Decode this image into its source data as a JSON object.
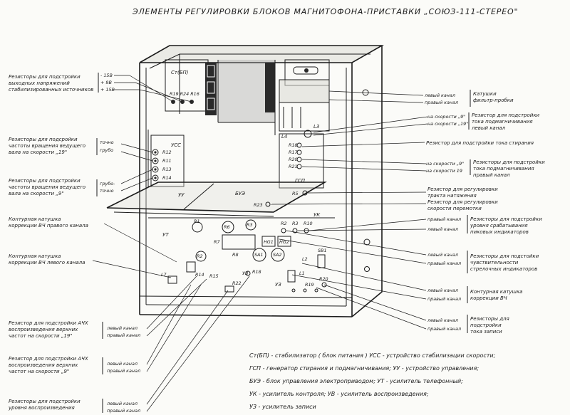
{
  "title": "ЭЛЕМЕНТЫ РЕГУЛИРОВКИ БЛОКОВ МАГНИТОФОНА-ПРИСТАВКИ „СОЮЗ-111-СТЕРЕО\"",
  "left_labels": {
    "l1": [
      "Резисторы для подстройки",
      "выходных напряжений",
      "стабилизированных источников"
    ],
    "l1_values": [
      "- 15В",
      "+ 9В",
      "+ 15В"
    ],
    "l2": [
      "Резисторы для подсройки",
      "частоты вращения ведущего",
      "вала на скорости „19\""
    ],
    "l2_values": [
      "точно",
      "грубо"
    ],
    "l3": [
      "Резисторы для подстройки",
      "частоты вращения ведущего",
      "вала на скорости „9\""
    ],
    "l3_values": [
      "грубо-",
      "точно"
    ],
    "l4": [
      "Контурная катушка",
      "коррекции ВЧ правого канала"
    ],
    "l5": [
      "Контурная катушка",
      "коррекции ВЧ левого канала"
    ],
    "l6": [
      "Резистор для подстройки АЧХ",
      "воспроизведения верхних",
      "частот на скорости „19\""
    ],
    "l6_values": [
      "левый канал",
      "правый канал"
    ],
    "l7": [
      "Резистор для подстройки АЧХ",
      "воспроизведения верхних",
      "частот на скорости „9\""
    ],
    "l7_values": [
      "левый канал",
      "правый канал"
    ],
    "l8": [
      "Резисторы для подстройки",
      "уровня воспроизведения"
    ],
    "l8_values": [
      "левый канал",
      "правый канал"
    ]
  },
  "right_labels": {
    "r1_values": [
      "левый канал",
      "правый канал"
    ],
    "r1": [
      "Катушки",
      "фильтр-пробки"
    ],
    "r2_values": [
      "на скорости „9\"",
      "на скорости „19\""
    ],
    "r2": [
      "Резистор для подстройки",
      "тока подмагничивания",
      "левый канал"
    ],
    "r3": "Резистор для подстройки тока стирания",
    "r4_values": [
      "на скорости „9\"",
      "на скорости 19"
    ],
    "r4": [
      "Резисторы для подстройки",
      "тока подмагничивания",
      "правый канал"
    ],
    "r5": [
      "Резистор для регулировки",
      "тракта натяжения"
    ],
    "r6": [
      "Резистор для регулировки",
      "скорости перемотки"
    ],
    "r7_values": [
      "правый канал",
      "левый канал"
    ],
    "r7": [
      "Резисторы для подстройки",
      "уровня срабатывания",
      "пиковых индикаторов"
    ],
    "r8_values": [
      "левый канал",
      "правый канал"
    ],
    "r8": [
      "Резисторы для подстойки",
      "чувствительности",
      "стрелочных индикаторов"
    ],
    "r9_values": [
      "левый канал",
      "правый канал"
    ],
    "r9": [
      "Контурная катушка",
      "коррекции ВЧ"
    ],
    "r10_values": [
      "левый канал",
      "правый канал"
    ],
    "r10": [
      "Резисторы для",
      "подстройки",
      "тока записи"
    ]
  },
  "parts": {
    "block_st": "Ст(БП)",
    "r19_r24_r16": "R19 R24 R16",
    "usss": "УСС",
    "r12": "R12",
    "r11": "R11",
    "r13": "R13",
    "r14": "R14",
    "uu": "УУ",
    "buu": "БУЭ",
    "r23": "R23",
    "r5": "R5",
    "ut": "УТ",
    "uk": "УК",
    "r2": "R2",
    "r3": "R3",
    "r10": "R10",
    "r1": "R1",
    "r6": "R6",
    "r3b": "R3",
    "ng1": "НG1",
    "ng2": "НG2",
    "sa1": "SA1",
    "sa2": "SA2",
    "sb1": "SB1",
    "r7": "R7",
    "r8": "R8",
    "r15": "R15",
    "r14b": "R14",
    "r22": "R22",
    "r18": "R18",
    "r19": "R19",
    "r20": "R20",
    "l1": "L1",
    "l2": "L2",
    "l3": "L3",
    "l4": "L4",
    "l7": "L7",
    "uv": "УВ",
    "uz": "УЗ",
    "gsp": "ГСП",
    "r18b": "R18",
    "r17": "R17",
    "r20b": "R20",
    "r21": "R21"
  },
  "legend": [
    "Ст(БП) - стабилизатор ( блок питания )   УСС - устройство стабилизации скорости;",
    "ГСП - генератор стирания и подмагничивания;   УУ - устройство управления;",
    "БУЭ - блок управления электроприводом;      УТ - усилитель телефонный;",
    "УК - усилитель контроля;   УВ - усилитель воспроизведения;",
    "УЗ - усилитель записи"
  ]
}
